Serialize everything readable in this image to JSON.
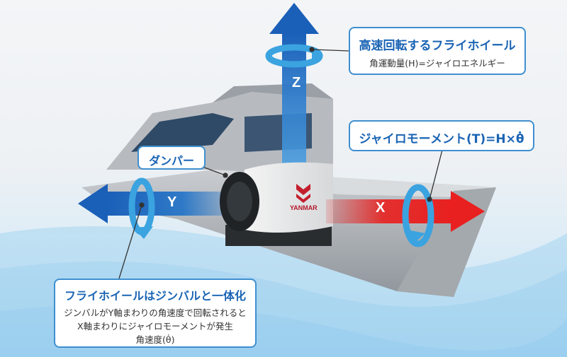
{
  "callouts": {
    "flywheel": {
      "title": "高速回転するフライホイール",
      "subtitle": "角運動量(H)=ジャイロエネルギー"
    },
    "gyro_moment": {
      "title": "ジャイロモーメント(T)=H×θ̇"
    },
    "damper": {
      "title": "ダンパー"
    },
    "gimbal": {
      "title": "フライホイールはジンバルと一体化",
      "lines": [
        "ジンバルがY軸まわりの角速度で回転されると",
        "X軸まわりにジャイロモーメントが発生",
        "角速度(θ̇)"
      ]
    }
  },
  "axes": {
    "z": "Z",
    "y": "Y",
    "x": "X"
  },
  "brand": "YANMAR",
  "colors": {
    "z_arrow": "#1a66c0",
    "y_arrow": "#1f72c8",
    "x_arrow": "#e8201f",
    "rotation_arrow": "#3aa3e0",
    "callout_border": "#3f8fd0",
    "title_text": "#1a64b4"
  }
}
